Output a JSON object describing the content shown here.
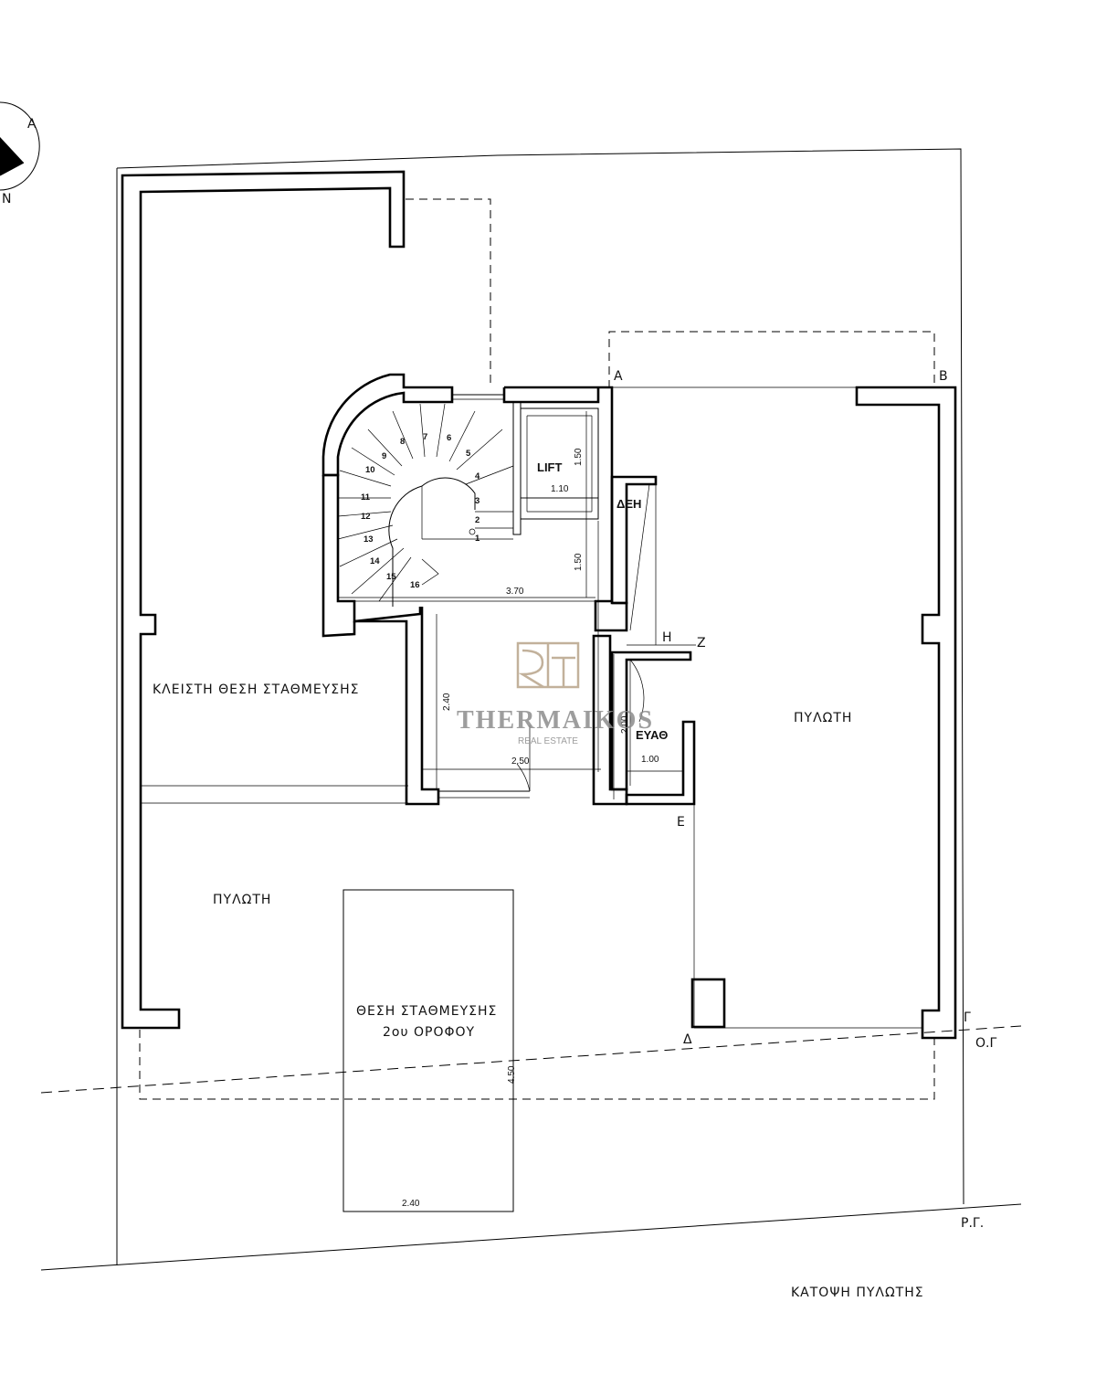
{
  "title": "ΚΑΤΟΨΗ ΠΥΛΩΤΗΣ",
  "compass": {
    "letters": [
      "A",
      "N"
    ]
  },
  "areas": {
    "closed_parking": "ΚΛΕΙΣΤΗ ΘΕΣΗ ΣΤΑΘΜΕΥΣΗΣ",
    "piloti_left": "ΠΥΛΩΤΗ",
    "piloti_right": "ΠΥΛΩΤΗ",
    "parking_2nd_line1": "ΘΕΣΗ ΣΤΑΘΜΕΥΣΗΣ",
    "parking_2nd_line2": "2ου ΟΡΟΦΟΥ"
  },
  "rooms": {
    "lift": "LIFT",
    "deh": "ΔΕΗ",
    "eyath": "ΕΥΑΘ"
  },
  "dimensions": {
    "lift_height": "1.50",
    "lift_width": "1.10",
    "stair_height": "1.50",
    "hall_width": "3.70",
    "entry_height": "2.40",
    "entry_width": "2.50",
    "eyath_height": "2.00",
    "eyath_width": "1.00",
    "parking_length": "4.50",
    "parking_width": "2.40"
  },
  "stair_steps": [
    "1",
    "2",
    "3",
    "4",
    "5",
    "6",
    "7",
    "8",
    "9",
    "10",
    "11",
    "12",
    "13",
    "14",
    "15",
    "16"
  ],
  "points": {
    "a": "A",
    "b": "B",
    "g": "Γ",
    "d": "Δ",
    "e": "Ε",
    "z": "Z",
    "h": "H"
  },
  "lines": {
    "og": "Ο.Γ",
    "rg": "Ρ.Γ."
  },
  "watermark": {
    "brand": "THERMAIKOS",
    "sub": "REAL ESTATE",
    "color": "#8c8c8c",
    "logo_color": "#b8a48a"
  }
}
